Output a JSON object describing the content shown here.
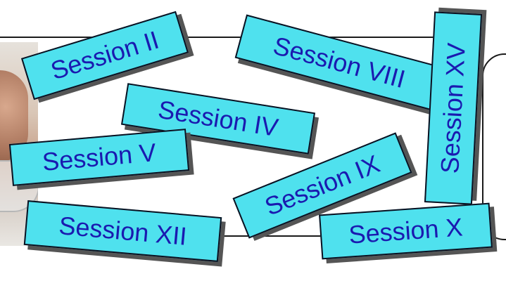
{
  "slide": {
    "background": "#ffffff",
    "card_fill": "#4fe1ee",
    "card_text_color": "#1a1ab0",
    "card_border": "#0b1020",
    "card_shadow": "#555555",
    "line_color": "#1a1a1a",
    "photo": "partial-photo-of-person"
  },
  "cards": {
    "ii": {
      "label": "Session II"
    },
    "viii": {
      "label": "Session VIII"
    },
    "xv": {
      "label": "Session XV"
    },
    "iv": {
      "label": "Session IV"
    },
    "v": {
      "label": "Session V"
    },
    "ix": {
      "label": "Session IX"
    },
    "xii": {
      "label": "Session XII"
    },
    "x": {
      "label": "Session X"
    }
  }
}
